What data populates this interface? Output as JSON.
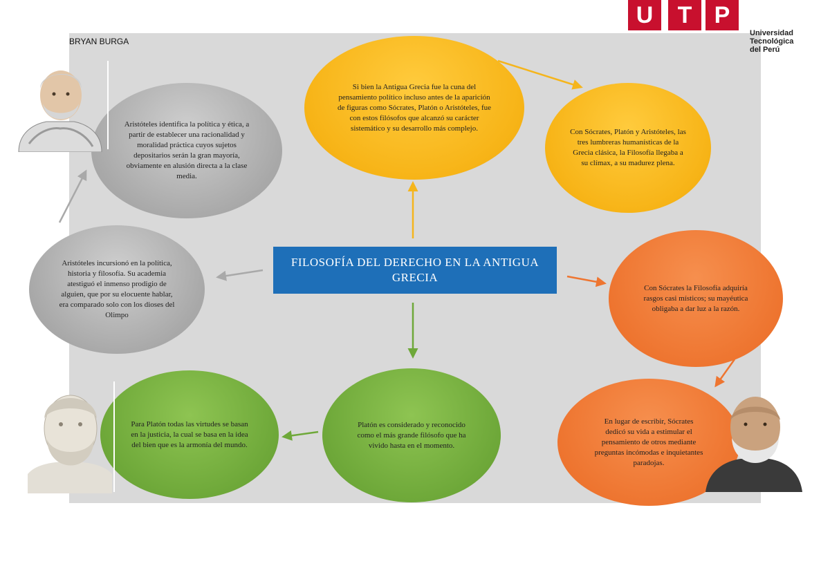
{
  "author": "BRYAN BURGA",
  "logo": {
    "letters": [
      "U",
      "T",
      "P"
    ],
    "line1": "Universidad",
    "line2": "Tecnológica",
    "line3": "del Perú",
    "brand_color": "#c8102e"
  },
  "title": "FILOSOFÍA DEL DERECHO EN LA ANTIGUA GRECIA",
  "nodes": {
    "top_yellow": "Si bien la Antigua Grecia fue la cuna del pensamiento político incluso antes de la aparición de figuras como Sócrates, Platón o Aristóteles, fue con estos filósofos que alcanzó su carácter sistemático y su desarrollo más complejo.",
    "right_yellow": "Con Sócrates, Platón y Aristóteles, las tres lumbreras humanísticas de la Grecia clásica, la Filosofía llegaba a su clímax, a su madurez plena.",
    "right_orange": "Con Sócrates la Filosofía adquiría rasgos casi místicos; su mayéutica obligaba a dar luz a la razón.",
    "bottom_orange": "En lugar de escribir, Sócrates dedicó su vida a estimular el pensamiento de otros mediante preguntas incómodas e inquietantes paradojas.",
    "bottom_green": "Platón es considerado y reconocido como el más grande filósofo que ha vivido hasta en el momento.",
    "left_green": "Para Platón todas las virtudes se basan en la justicia, la cual se basa en la idea del bien que es la armonía del mundo.",
    "left_gray": "Aristóteles incursionó en la política, historia y filosofía. Su academia atestiguó el inmenso prodigio de alguien, que por su elocuente hablar, era comparado solo con los dioses del Olimpo",
    "top_gray": "Aristóteles identifica la política y ética, a partir de establecer una racionalidad y moralidad práctica cuyos sujetos depositarios serán la gran mayoría, obviamente en alusión directa a la clase media."
  },
  "colors": {
    "gray": "#a9a9a9",
    "yellow": "#f7b417",
    "orange": "#ee7530",
    "green": "#6ea839",
    "title_box": "#1e6fb8",
    "panel": "#d9d9d9"
  }
}
